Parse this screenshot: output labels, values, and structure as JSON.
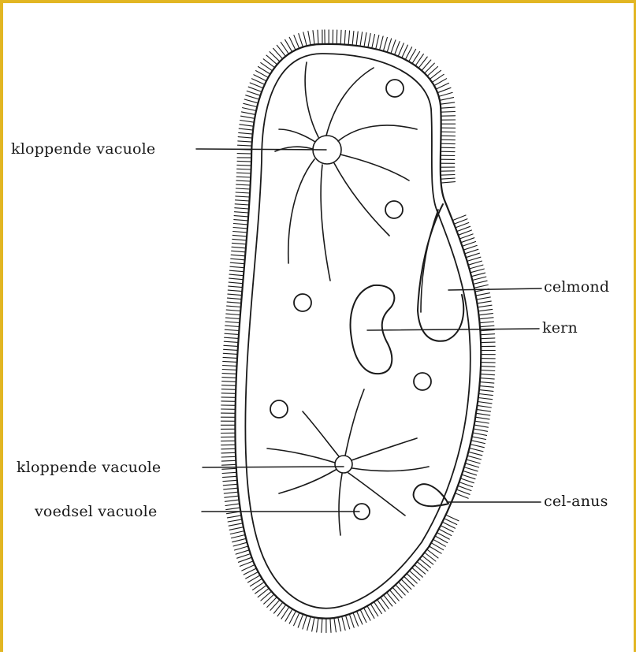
{
  "colors": {
    "frame": "#e2b623",
    "ink": "#1a1a1a",
    "background": "#ffffff"
  },
  "labels": {
    "kloppende_vacuole_top": "kloppende vacuole",
    "celmond": "celmond",
    "kern": "kern",
    "kloppende_vacuole_bottom": "kloppende vacuole",
    "cel_anus": "cel-anus",
    "voedsel_vacuole": "voedsel vacuole"
  }
}
